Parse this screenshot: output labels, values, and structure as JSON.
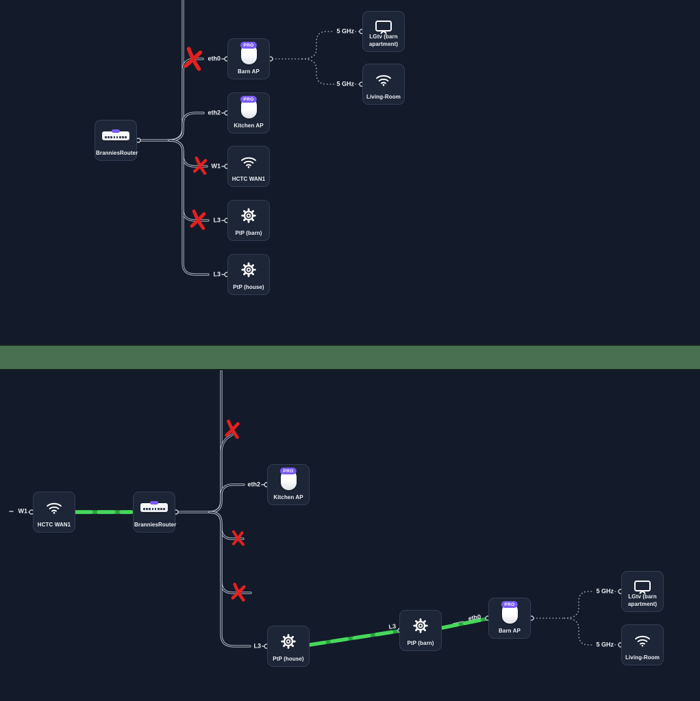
{
  "colors": {
    "background": "#131a29",
    "card_bg": "#1d2636",
    "card_border": "#333e54",
    "line": "#c0c9d6",
    "dotted_line": "#98a2b3",
    "label_text": "#edf1f6",
    "green_bar": "#4a7052",
    "link_green": "#2aa33f",
    "link_green_bright": "#47d75c",
    "error_red": "#e4201f",
    "badge_purple": "#7a5af5",
    "device_white": "#f4f6f8"
  },
  "panels": [
    {
      "nodes": [
        {
          "label": "BranniesRouter",
          "icon": "router-icon"
        },
        {
          "label": "Barn AP",
          "icon": "ap-pro-icon",
          "badge": "PRO"
        },
        {
          "label": "Kitchen AP",
          "icon": "ap-pro-icon",
          "badge": "PRO"
        },
        {
          "label": "HCTC WAN1",
          "icon": "wifi-icon"
        },
        {
          "label": "PtP (barn)",
          "icon": "gear-icon"
        },
        {
          "label": "PtP (house)",
          "icon": "gear-icon"
        },
        {
          "label": "LGtv (barn apartment)",
          "icon": "tv-icon"
        },
        {
          "label": "Living-Room",
          "icon": "wifi-icon"
        }
      ],
      "port_labels": {
        "barn_ap": "eth0",
        "kitchen_ap": "eth2",
        "hctc_wan": "W1",
        "ptp_barn": "L3",
        "ptp_house": "L3",
        "lgtv_band": "5 GHz",
        "living_room_band": "5 GHz"
      },
      "links": [
        {
          "from": "BranniesRouter",
          "to": "Barn AP",
          "port": "eth0",
          "type": "wired",
          "status": "blocked"
        },
        {
          "from": "BranniesRouter",
          "to": "Kitchen AP",
          "port": "eth2",
          "type": "wired",
          "status": "connected"
        },
        {
          "from": "BranniesRouter",
          "to": "HCTC WAN1",
          "port": "W1",
          "type": "wired",
          "status": "blocked"
        },
        {
          "from": "BranniesRouter",
          "to": "PtP (barn)",
          "port": "L3",
          "type": "wired",
          "status": "blocked"
        },
        {
          "from": "BranniesRouter",
          "to": "PtP (house)",
          "port": "L3",
          "type": "wired",
          "status": "connected"
        },
        {
          "from": "Barn AP",
          "to": "LGtv (barn apartment)",
          "port": "5 GHz",
          "type": "wireless",
          "status": "connected"
        },
        {
          "from": "Barn AP",
          "to": "Living-Room",
          "port": "5 GHz",
          "type": "wireless",
          "status": "connected"
        }
      ]
    },
    {
      "nodes": [
        {
          "label": "HCTC WAN1",
          "icon": "wifi-icon"
        },
        {
          "label": "BranniesRouter",
          "icon": "router-icon"
        },
        {
          "label": "Kitchen AP",
          "icon": "ap-pro-icon",
          "badge": "PRO"
        },
        {
          "label": "PtP (house)",
          "icon": "gear-icon"
        },
        {
          "label": "PtP (barn)",
          "icon": "gear-icon"
        },
        {
          "label": "Barn AP",
          "icon": "ap-pro-icon",
          "badge": "PRO"
        },
        {
          "label": "LGtv (barn apartment)",
          "icon": "tv-icon"
        },
        {
          "label": "Living-Room",
          "icon": "wifi-icon"
        }
      ],
      "port_labels": {
        "wan_uplink": "W1",
        "kitchen_ap": "eth2",
        "ptp_house": "L3",
        "ptp_barn": "L3",
        "barn_ap": "eth0",
        "lgtv_band": "5 GHz",
        "living_room_band": "5 GHz"
      },
      "links": [
        {
          "from": null,
          "to": "HCTC WAN1",
          "port": "W1",
          "type": "wired",
          "status": "connected"
        },
        {
          "from": "HCTC WAN1",
          "to": "BranniesRouter",
          "type": "wired",
          "status": "active"
        },
        {
          "from": "BranniesRouter",
          "to": null,
          "type": "wired",
          "status": "blocked"
        },
        {
          "from": "BranniesRouter",
          "to": "Kitchen AP",
          "port": "eth2",
          "type": "wired",
          "status": "connected"
        },
        {
          "from": "BranniesRouter",
          "to": null,
          "type": "wired",
          "status": "blocked"
        },
        {
          "from": "BranniesRouter",
          "to": null,
          "type": "wired",
          "status": "blocked"
        },
        {
          "from": "BranniesRouter",
          "to": "PtP (house)",
          "port": "L3",
          "type": "wired",
          "status": "connected"
        },
        {
          "from": "PtP (house)",
          "to": "PtP (barn)",
          "port": "L3",
          "type": "wired",
          "status": "active"
        },
        {
          "from": "PtP (barn)",
          "to": "Barn AP",
          "port": "eth0",
          "type": "wired",
          "status": "active"
        },
        {
          "from": "Barn AP",
          "to": "LGtv (barn apartment)",
          "port": "5 GHz",
          "type": "wireless",
          "status": "connected"
        },
        {
          "from": "Barn AP",
          "to": "Living-Room",
          "port": "5 GHz",
          "type": "wireless",
          "status": "connected"
        }
      ]
    }
  ]
}
